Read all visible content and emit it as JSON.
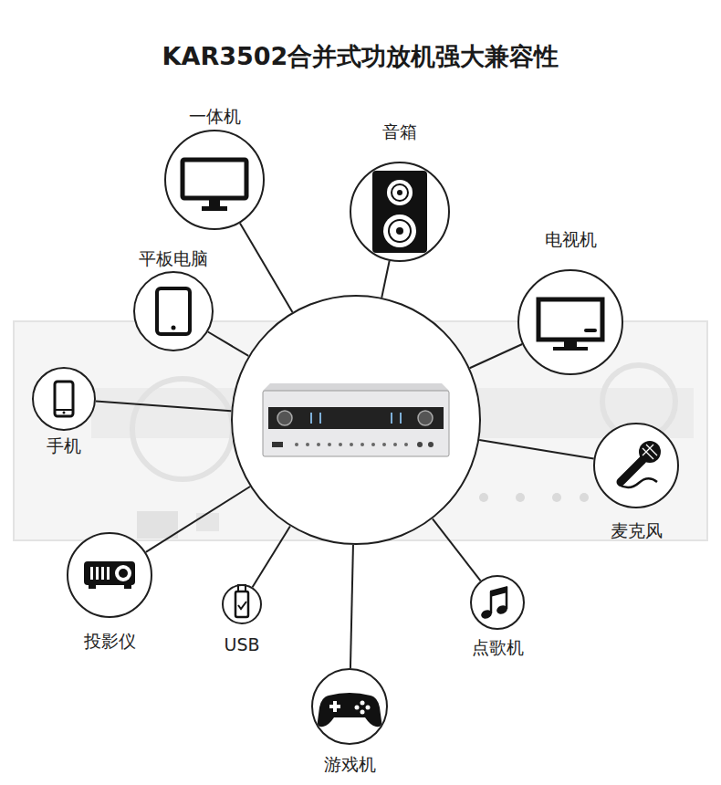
{
  "diagram": {
    "title": "KAR3502合并式功放机强大兼容性",
    "nodes": [
      {
        "text": [
          "一体机"
        ]
      },
      {
        "text": [
          "音箱"
        ]
      },
      {
        "text": [
          "电视机"
        ]
      },
      {
        "text": [
          "平板电脑"
        ]
      },
      {
        "text": []
      },
      {
        "text": [
          "手机"
        ]
      },
      {
        "text": [
          "麦克风"
        ]
      },
      {
        "text": [
          "投影仪"
        ]
      },
      {
        "text": [
          "USB"
        ]
      },
      {
        "text": [
          "点歌机"
        ]
      },
      {
        "text": [
          "游戏机"
        ]
      }
    ],
    "edges": [
      {
        "from": 4,
        "to": 0,
        "arrow": "none"
      },
      {
        "from": 4,
        "to": 1,
        "arrow": "none"
      },
      {
        "from": 4,
        "to": 2,
        "arrow": "none"
      },
      {
        "from": 4,
        "to": 3,
        "arrow": "none"
      },
      {
        "from": 4,
        "to": 5,
        "arrow": "none"
      },
      {
        "from": 4,
        "to": 6,
        "arrow": "none"
      },
      {
        "from": 4,
        "to": 7,
        "arrow": "none"
      },
      {
        "from": 4,
        "to": 8,
        "arrow": "none"
      },
      {
        "from": 4,
        "to": 9,
        "arrow": "none"
      },
      {
        "from": 4,
        "to": 10,
        "arrow": "none"
      }
    ]
  }
}
